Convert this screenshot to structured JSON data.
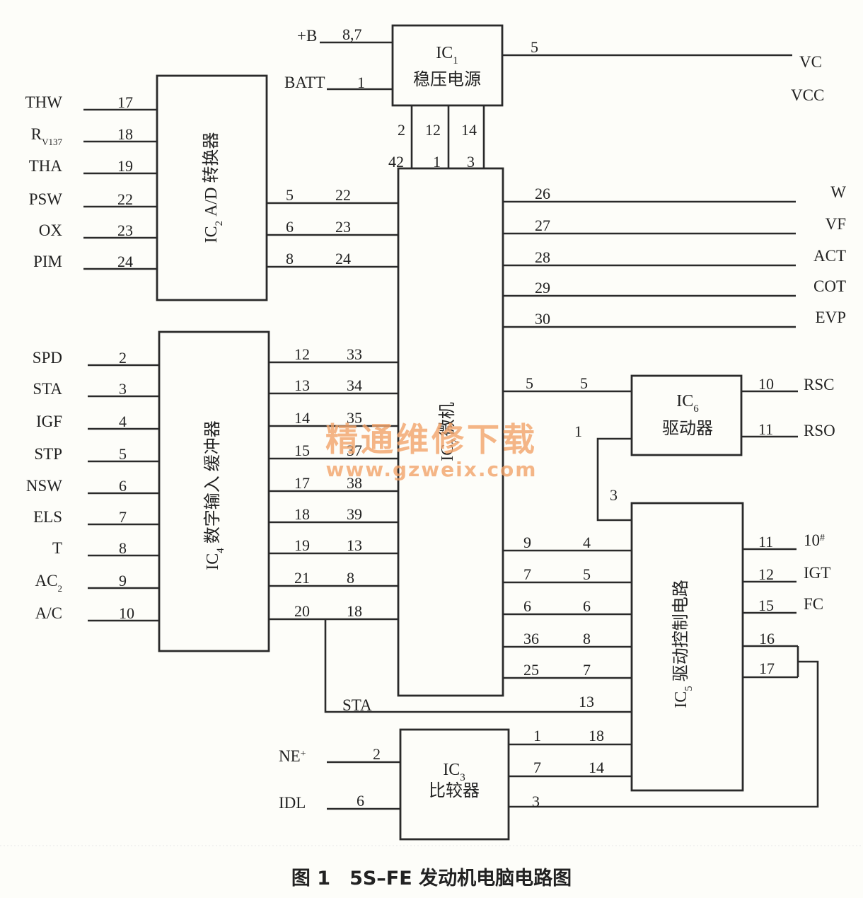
{
  "chips": {
    "ic1": {
      "name": "IC",
      "sub": "1",
      "desc": "稳压电源"
    },
    "ic2": {
      "name": "IC",
      "sub": "2",
      "desc": "A/D 转换器"
    },
    "ic3": {
      "name": "IC",
      "sub": "3",
      "desc": "比较器"
    },
    "ic4": {
      "name": "IC",
      "sub": "4",
      "desc": "数字输入 缓冲器"
    },
    "ic5": {
      "name": "IC",
      "sub": "5",
      "desc": "驱动控制电路"
    },
    "ic6": {
      "name": "IC",
      "sub": "6",
      "desc": "驱动器"
    },
    "ic7": {
      "name": "IC",
      "sub": "7",
      "desc": "微机"
    }
  },
  "ic1_inputs": [
    {
      "signal": "+B",
      "pin": "8,7"
    },
    {
      "signal": "BATT",
      "pin": "1"
    }
  ],
  "ic1_outputs": {
    "pin": "5",
    "signals": [
      "VC",
      "VCC"
    ]
  },
  "ic1_ic7_links": [
    {
      "top": "2",
      "bottom": "42"
    },
    {
      "top": "12",
      "bottom": "1"
    },
    {
      "top": "14",
      "bottom": "3"
    }
  ],
  "ic2_inputs": [
    {
      "signal": "THW",
      "sub": "",
      "pin": "17"
    },
    {
      "signal": "R",
      "sub": "V137",
      "pin": "18"
    },
    {
      "signal": "THA",
      "sub": "",
      "pin": "19"
    },
    {
      "signal": "PSW",
      "sub": "",
      "pin": "22"
    },
    {
      "signal": "OX",
      "sub": "",
      "pin": "23"
    },
    {
      "signal": "PIM",
      "sub": "",
      "pin": "24"
    }
  ],
  "ic2_ic7_links": [
    {
      "from": "5",
      "to": "22"
    },
    {
      "from": "6",
      "to": "23"
    },
    {
      "from": "8",
      "to": "24"
    }
  ],
  "ic7_outputs": [
    {
      "pin": "26",
      "signal": "W"
    },
    {
      "pin": "27",
      "signal": "VF"
    },
    {
      "pin": "28",
      "signal": "ACT"
    },
    {
      "pin": "29",
      "signal": "COT"
    },
    {
      "pin": "30",
      "signal": "EVP"
    }
  ],
  "ic4_inputs": [
    {
      "signal": "SPD",
      "sub": "",
      "pin": "2"
    },
    {
      "signal": "STA",
      "sub": "",
      "pin": "3"
    },
    {
      "signal": "IGF",
      "sub": "",
      "pin": "4"
    },
    {
      "signal": "STP",
      "sub": "",
      "pin": "5"
    },
    {
      "signal": "NSW",
      "sub": "",
      "pin": "6"
    },
    {
      "signal": "ELS",
      "sub": "",
      "pin": "7"
    },
    {
      "signal": "T",
      "sub": "",
      "pin": "8"
    },
    {
      "signal": "AC",
      "sub": "2",
      "pin": "9"
    },
    {
      "signal": "A/C",
      "sub": "",
      "pin": "10"
    }
  ],
  "ic4_ic7_links": [
    {
      "from": "12",
      "to": "33"
    },
    {
      "from": "13",
      "to": "34"
    },
    {
      "from": "14",
      "to": "35"
    },
    {
      "from": "15",
      "to": "37"
    },
    {
      "from": "17",
      "to": "38"
    },
    {
      "from": "18",
      "to": "39"
    },
    {
      "from": "19",
      "to": "13"
    },
    {
      "from": "21",
      "to": "8"
    },
    {
      "from": "20",
      "to": "18"
    }
  ],
  "ic7_ic6_link": {
    "from": "5",
    "to": "5"
  },
  "ic6_outputs": [
    {
      "pin": "10",
      "signal": "RSC"
    },
    {
      "pin": "11",
      "signal": "RSO"
    }
  ],
  "ic6_ic5_link": {
    "ic6_pin": "1",
    "ic5_pin": "3"
  },
  "ic7_ic5_links": [
    {
      "from": "9",
      "to": "4"
    },
    {
      "from": "7",
      "to": "5"
    },
    {
      "from": "6",
      "to": "6"
    },
    {
      "from": "36",
      "to": "8"
    },
    {
      "from": "25",
      "to": "7"
    }
  ],
  "sta_link": {
    "label": "STA",
    "pin": "13"
  },
  "ic5_outputs": [
    {
      "pin": "11",
      "signal": "10",
      "sup": "#"
    },
    {
      "pin": "12",
      "signal": "IGT",
      "sup": ""
    },
    {
      "pin": "15",
      "signal": "FC",
      "sup": ""
    }
  ],
  "ic5_loop_pins": [
    "16",
    "17"
  ],
  "ic3_inputs": [
    {
      "signal": "NE",
      "sup": "+",
      "pin": "2"
    },
    {
      "signal": "IDL",
      "sup": "",
      "pin": "6"
    }
  ],
  "ic3_ic5_links": [
    {
      "from": "1",
      "to": "18"
    },
    {
      "from": "7",
      "to": "14"
    }
  ],
  "ic3_feedback_pin": "3",
  "watermark": {
    "line1": "精通维修下载",
    "line2": "www.gzweix.com"
  },
  "caption": "图 1　5S–FE 发动机电脑电路图"
}
